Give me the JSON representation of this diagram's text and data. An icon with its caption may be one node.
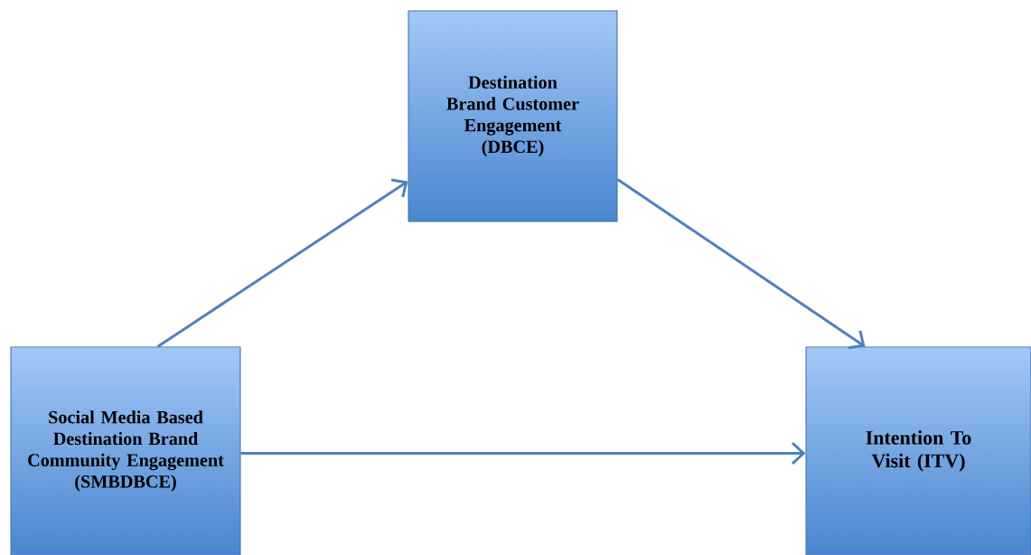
{
  "diagram": {
    "nodes": [
      {
        "text": [
          "Destination Brand Customer Engagement (DBCE)"
        ]
      },
      {
        "text": [
          "Social Media Based Destination Brand Community Engagement (SMBDBCE)"
        ]
      },
      {
        "text": [
          "Intention To Visit (ITV)"
        ]
      }
    ],
    "edges": [
      {
        "from": 1,
        "to": 0,
        "arrow": "to"
      },
      {
        "from": 0,
        "to": 2,
        "arrow": "to"
      },
      {
        "from": 1,
        "to": 2,
        "arrow": "to"
      }
    ]
  }
}
